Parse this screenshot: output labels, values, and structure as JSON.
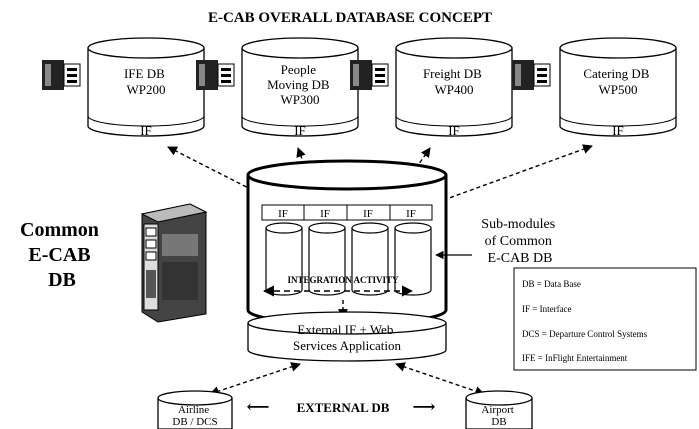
{
  "title": "E-CAB OVERALL DATABASE CONCEPT",
  "top_databases": [
    {
      "lines": [
        "IFE DB",
        "WP200"
      ],
      "interface": "IF"
    },
    {
      "lines": [
        "People",
        "Moving DB",
        "WP300"
      ],
      "interface": "IF"
    },
    {
      "lines": [
        "Freight DB",
        "WP400"
      ],
      "interface": "IF"
    },
    {
      "lines": [
        "Catering DB",
        "WP500"
      ],
      "interface": "IF"
    }
  ],
  "common_db": {
    "label_lines": [
      "Common",
      "E-CAB",
      "DB"
    ],
    "interfaces": [
      "IF",
      "IF",
      "IF",
      "IF"
    ],
    "integration_activity": "INTEGRATION ACTIVITY",
    "submodules_lines": [
      "Sub-modules",
      "of Common",
      "E-CAB DB"
    ]
  },
  "services": {
    "lines": [
      "External IF + Web",
      "Services Application"
    ]
  },
  "external": {
    "label": "EXTERNAL DB",
    "left_arrow": "⟵",
    "right_arrow": "⟶",
    "airline_lines": [
      "Airline",
      "DB / DCS"
    ],
    "airport_lines": [
      "Airport",
      "DB"
    ]
  },
  "legend": [
    "DB = Data Base",
    "IF = Interface",
    "DCS = Departure Control Systems",
    "IFE = InFlight Entertainment"
  ],
  "icons": [
    "server-icon",
    "server-icon",
    "server-icon",
    "server-icon",
    "server-tower-icon"
  ]
}
